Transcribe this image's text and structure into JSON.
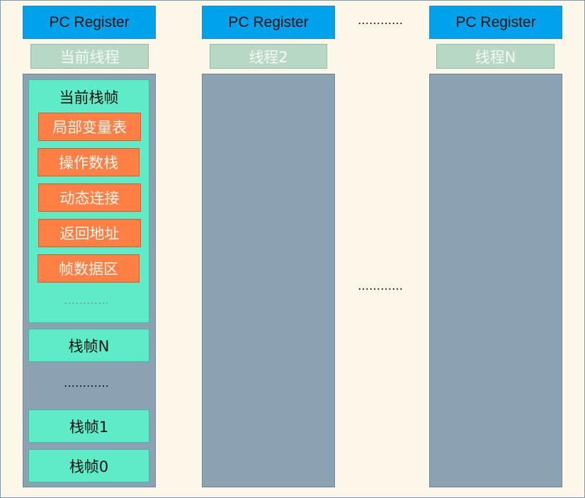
{
  "pc_registers": [
    {
      "label": "PC Register"
    },
    {
      "label": "PC Register"
    },
    {
      "label": "PC Register"
    }
  ],
  "threads": [
    {
      "label": "当前线程"
    },
    {
      "label": "线程2"
    },
    {
      "label": "线程N"
    }
  ],
  "current_frame": {
    "title": "当前栈帧",
    "items": [
      "局部变量表",
      "操作数栈",
      "动态连接",
      "返回地址",
      "帧数据区"
    ],
    "ellipsis": "…………"
  },
  "other_frames": {
    "frame_n": "栈帧N",
    "ellipsis": "…………",
    "frame_1": "栈帧1",
    "frame_0": "栈帧0"
  },
  "between_ellipses": {
    "top": "…………",
    "middle": "…………"
  }
}
